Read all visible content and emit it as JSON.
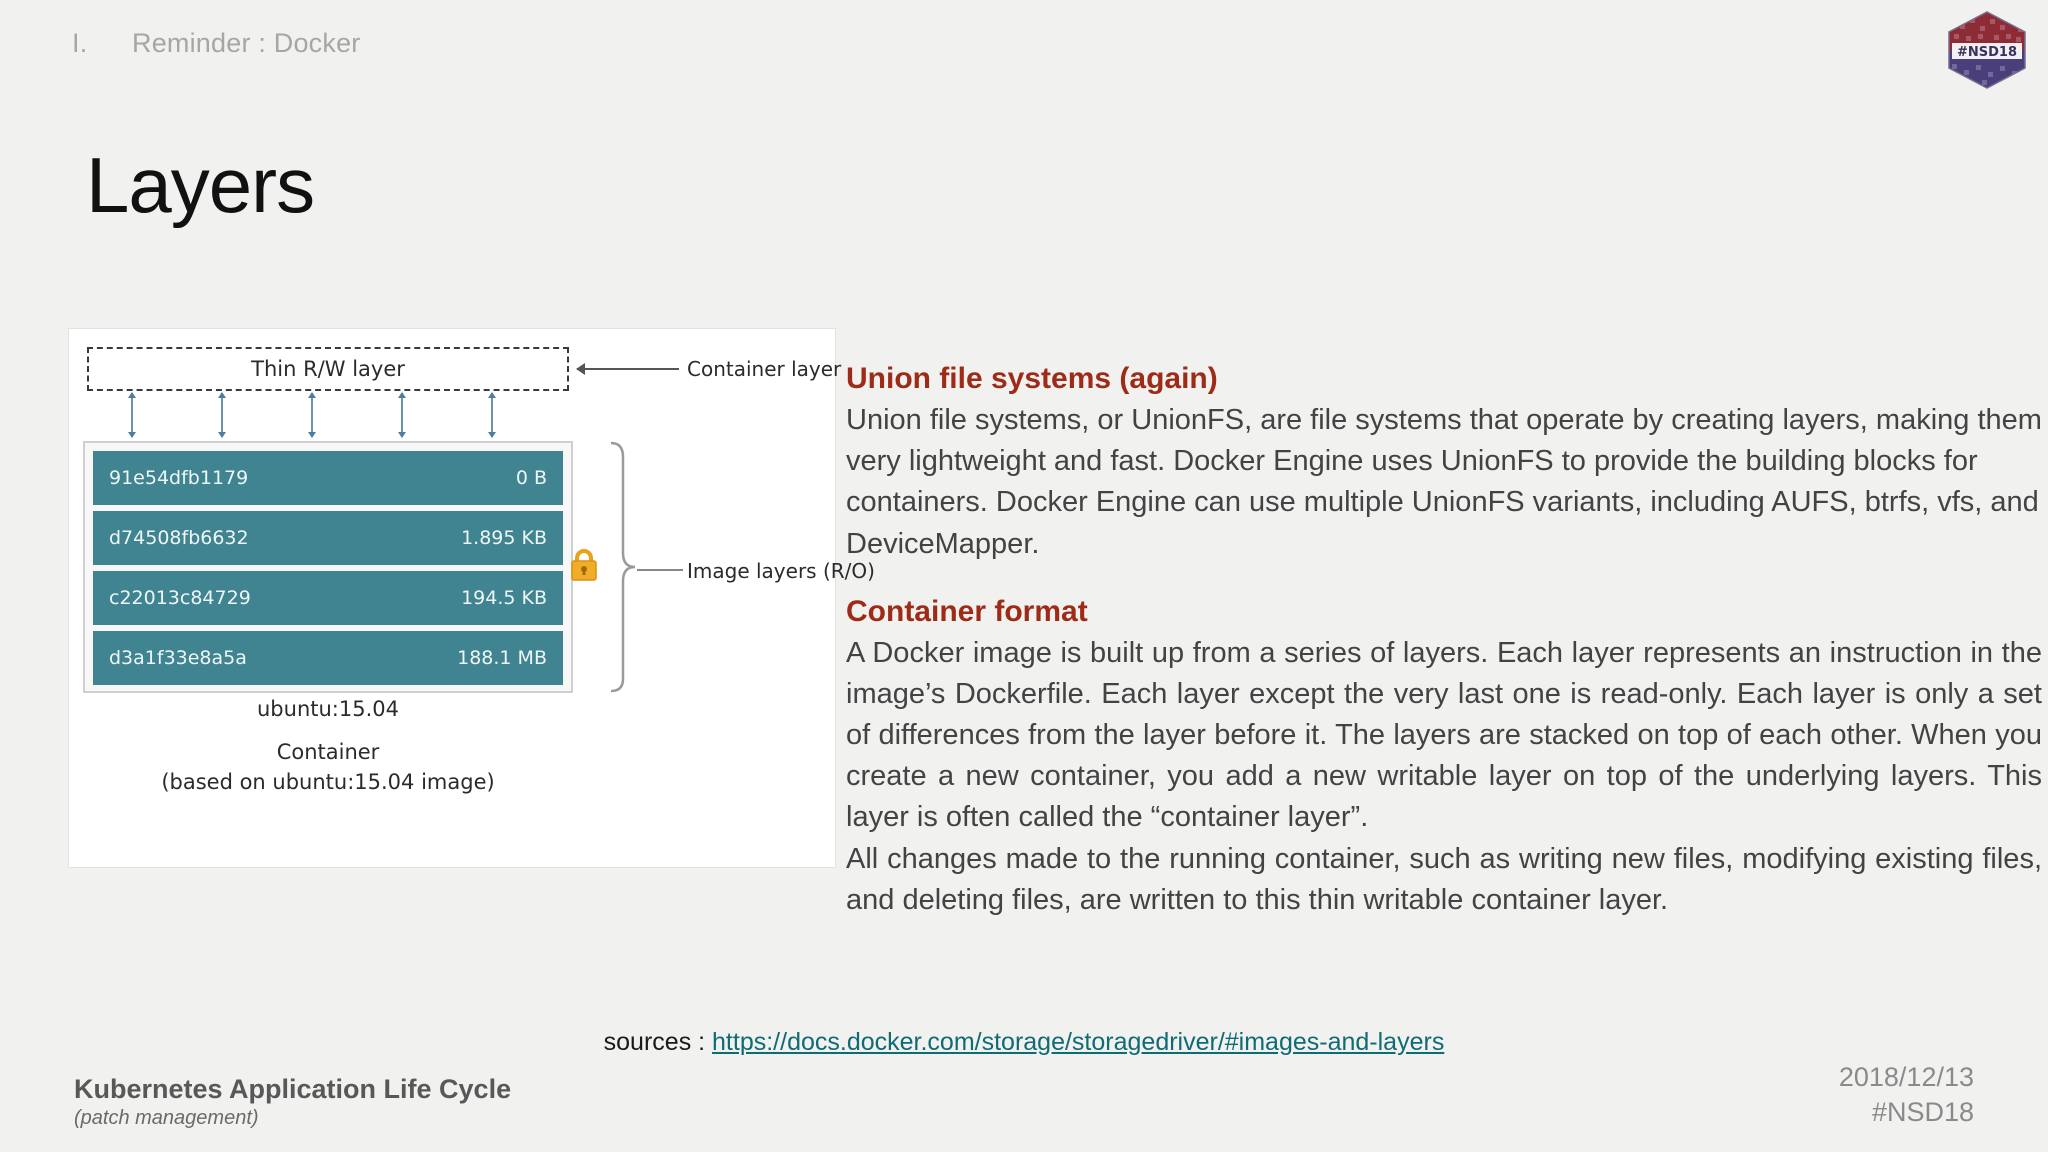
{
  "header": {
    "section_number": "I.",
    "section_title": "Reminder : Docker"
  },
  "logo": {
    "name": "nsd18-hexagon-logo",
    "text": "#NSD18"
  },
  "title": "Layers",
  "figure": {
    "thin_rw_layer": "Thin R/W layer",
    "container_layer_label": "Container layer",
    "image_layers_label": "Image layers (R/O)",
    "lock_icon": "lock-icon",
    "layers": [
      {
        "id": "91e54dfb1179",
        "size": "0 B"
      },
      {
        "id": "d74508fb6632",
        "size": "1.895 KB"
      },
      {
        "id": "c22013c84729",
        "size": "194.5 KB"
      },
      {
        "id": "d3a1f33e8a5a",
        "size": "188.1 MB"
      }
    ],
    "image_name": "ubuntu:15.04",
    "caption_line1": "Container",
    "caption_line2": "(based on ubuntu:15.04 image)"
  },
  "content": {
    "section1": {
      "heading": "Union file systems (again)",
      "body": "Union file systems, or UnionFS, are file systems that operate by creating layers, making them very lightweight and fast. Docker Engine uses UnionFS to provide the building blocks for containers. Docker Engine can use multiple UnionFS variants, including AUFS, btrfs, vfs, and DeviceMapper."
    },
    "section2": {
      "heading": "Container format",
      "para1": "A Docker image is built up from a series of layers. Each layer represents an instruction in the image’s Dockerfile. Each layer except the very last one is read-only. Each layer is only a set of differences from the layer before it. The layers are stacked on top of each other. When you create a new container, you add a new writable layer on top of the underlying layers. This layer is often called the “container layer”.",
      "para2": "All changes made to the running container, such as writing new files, modifying existing files, and deleting files, are written to this thin writable container layer."
    }
  },
  "sources": {
    "label": "sources : ",
    "url_text": "https://docs.docker.com/storage/storagedriver/#images-and-layers"
  },
  "footer": {
    "title": "Kubernetes Application Life Cycle",
    "subtitle": "(patch management)",
    "date": "2018/12/13",
    "hashtag": "#NSD18"
  },
  "colors": {
    "background": "#f1f1f0",
    "heading_red": "#9e2b17",
    "layer_teal": "#3f8490",
    "link_teal": "#0f6b74",
    "body_gray": "#434343"
  }
}
